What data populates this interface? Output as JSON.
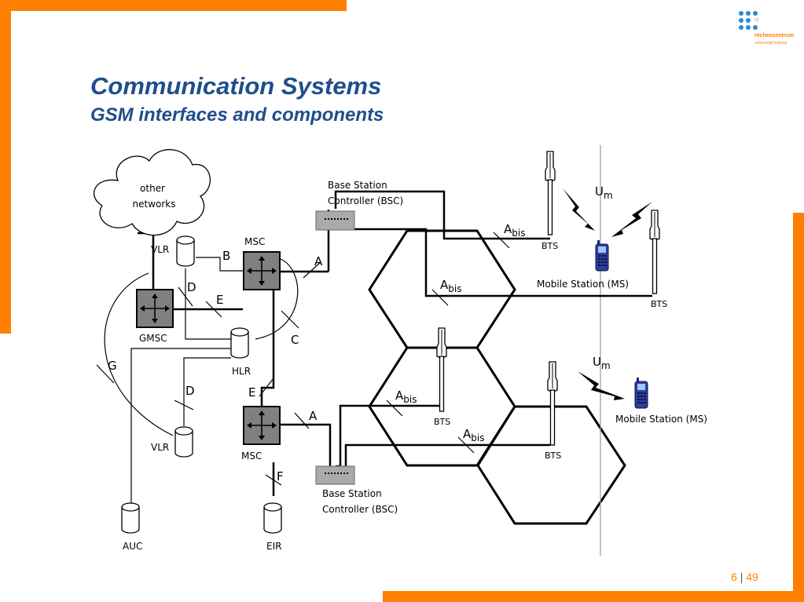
{
  "slide": {
    "title": "Communication Systems",
    "subtitle": "GSM interfaces and components",
    "page_current": "6",
    "page_separator": "|",
    "page_total": "49"
  },
  "logo": {
    "line1": "rz",
    "line2": "rechenzentrum",
    "line3": "universität freiburg",
    "accent_color": "#ff7f00",
    "dot_color": "#2a8ad4"
  },
  "colors": {
    "title": "#1f4e8c",
    "bars": "#ff7f00"
  },
  "diagram": {
    "cloud_line1": "other",
    "cloud_line2": "networks",
    "vlr_top": "VLR",
    "vlr_bottom": "VLR",
    "msc_top": "MSC",
    "msc_bottom": "MSC",
    "gmsc": "GMSC",
    "hlr": "HLR",
    "auc": "AUC",
    "eir": "EIR",
    "bsc_top_line1": "Base Station",
    "bsc_top_line2": "Controller (BSC)",
    "bsc_bottom_line1": "Base Station",
    "bsc_bottom_line2": "Controller (BSC)",
    "bts": "BTS",
    "ms_top": "Mobile Station (MS)",
    "ms_bottom": "Mobile Station (MS)",
    "if_a": "A",
    "if_abis_main": "A",
    "if_abis_sub": "bis",
    "if_b": "B",
    "if_c": "C",
    "if_d": "D",
    "if_e": "E",
    "if_f": "F",
    "if_g": "G",
    "if_um_main": "U",
    "if_um_sub": "m"
  }
}
